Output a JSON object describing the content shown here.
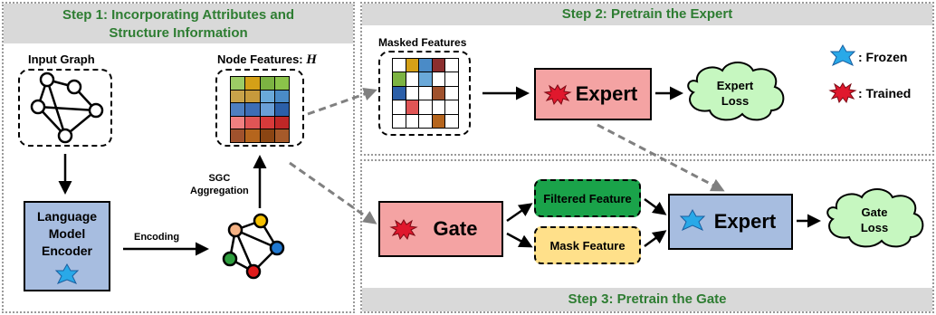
{
  "step1": {
    "title_line1": "Step 1: Incorporating Attributes and",
    "title_line2": "Structure Information"
  },
  "step2": {
    "title": "Step 2: Pretrain the Expert"
  },
  "step3": {
    "title": "Step 3: Pretrain the Gate"
  },
  "labels": {
    "input_graph": "Input Graph",
    "node_features": "Node Features: ",
    "node_features_sym": "H",
    "masked_features": "Masked Features",
    "sgc_line1": "SGC",
    "sgc_line2": "Aggregation",
    "encoding": "Encoding"
  },
  "boxes": {
    "lm_line1": "Language",
    "lm_line2": "Model",
    "lm_line3": "Encoder",
    "expert": "Expert",
    "expert2": "Expert",
    "gate": "Gate",
    "filtered": "Filtered Feature",
    "mask": "Mask Feature"
  },
  "clouds": {
    "expert_loss_1": "Expert",
    "expert_loss_2": "Loss",
    "gate_loss_1": "Gate",
    "gate_loss_2": "Loss"
  },
  "legend": {
    "frozen": ": Frozen",
    "trained": ": Trained"
  },
  "colors": {
    "green_text": "#2e7d32",
    "banner": "#d9d9d9",
    "lm_box": "#a7bde0",
    "expert_box": "#f4a3a3",
    "filtered": "#1aa34a",
    "mask": "#ffe08a",
    "cloud": "#c6f7c0",
    "star_blue": "#29a9e8",
    "star_red": "#e0182d"
  },
  "node_feature_grid": [
    [
      "#9ccc65",
      "#d4a017",
      "#7cb342",
      "#8bc34a"
    ],
    [
      "#c8a24a",
      "#c79a3c",
      "#6aa9d9",
      "#4a8bc7"
    ],
    [
      "#4e7fc0",
      "#3d6db5",
      "#6a9fd6",
      "#2b5fa8"
    ],
    [
      "#f08080",
      "#e05555",
      "#d83a3a",
      "#c02727"
    ],
    [
      "#a0522d",
      "#b5651d",
      "#8b4513",
      "#a65a2a"
    ]
  ],
  "masked_feature_grid": [
    [
      "#ffffff",
      "#d4a017",
      "#4a8bc7",
      "#8b2e2e",
      "#ffffff"
    ],
    [
      "#7cb342",
      "#ffffff",
      "#6aa9d9",
      "#ffffff",
      "#ffffff"
    ],
    [
      "#2b5fa8",
      "#ffffff",
      "#ffffff",
      "#a0522d",
      "#ffffff"
    ],
    [
      "#ffffff",
      "#e05555",
      "#ffffff",
      "#ffffff",
      "#ffffff"
    ],
    [
      "#ffffff",
      "#ffffff",
      "#ffffff",
      "#b5651d",
      "#ffffff"
    ]
  ]
}
